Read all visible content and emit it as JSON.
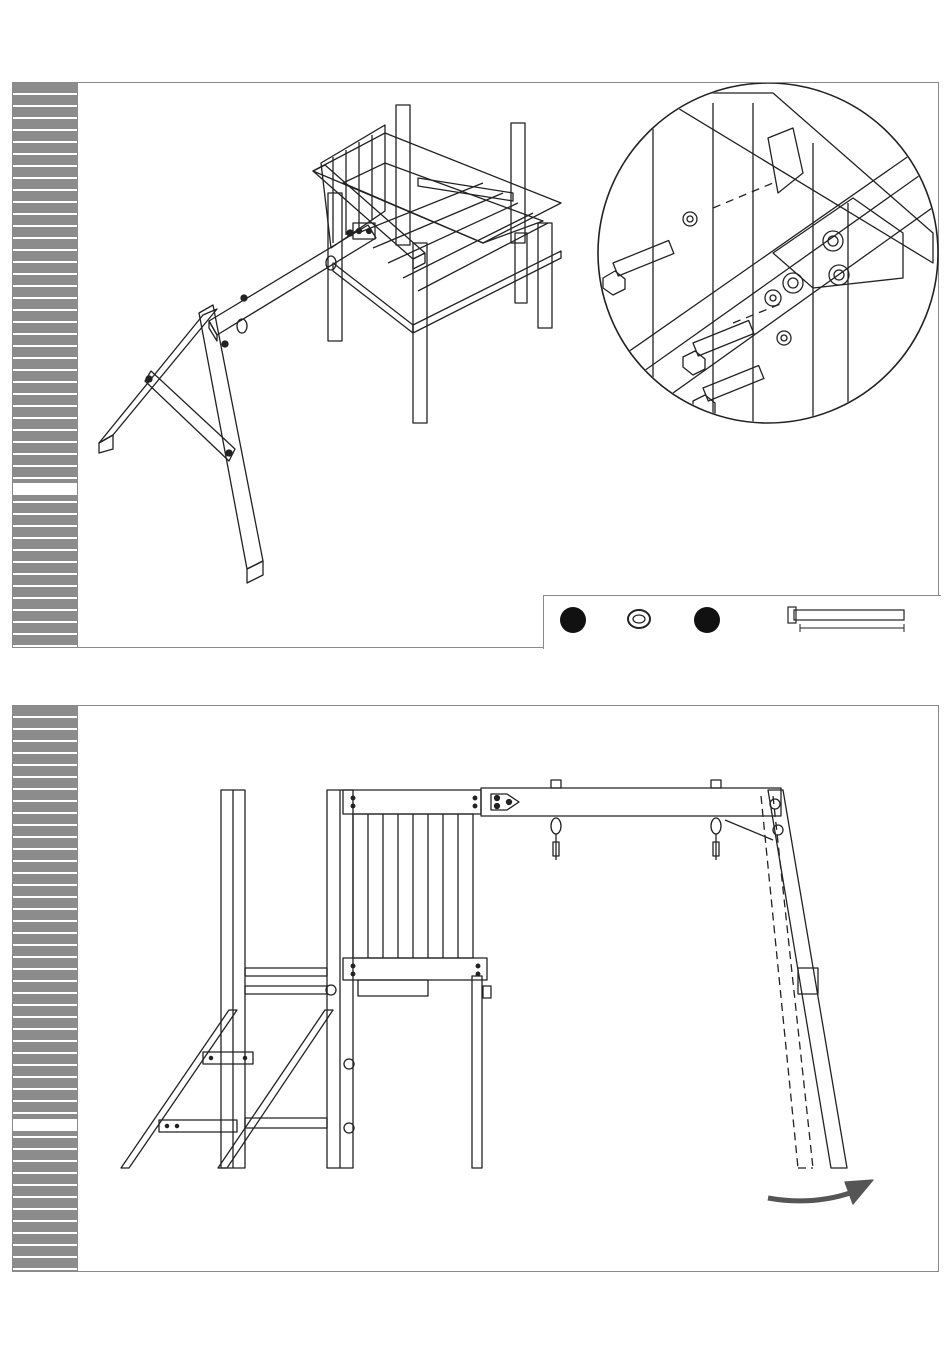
{
  "document": {
    "panels": [
      {
        "id": "step-a",
        "stripe": "grey-tabs",
        "content": "isometric-assembly"
      },
      {
        "id": "step-b",
        "stripe": "grey-tabs",
        "content": "front-elevation"
      }
    ],
    "legend": {
      "items": [
        "nut-icon",
        "washer-icon",
        "nut-icon",
        "bolt-icon"
      ]
    },
    "colors": {
      "line": "#222222",
      "stripe": "#8c8c8c",
      "border": "#8a8a8a"
    }
  }
}
